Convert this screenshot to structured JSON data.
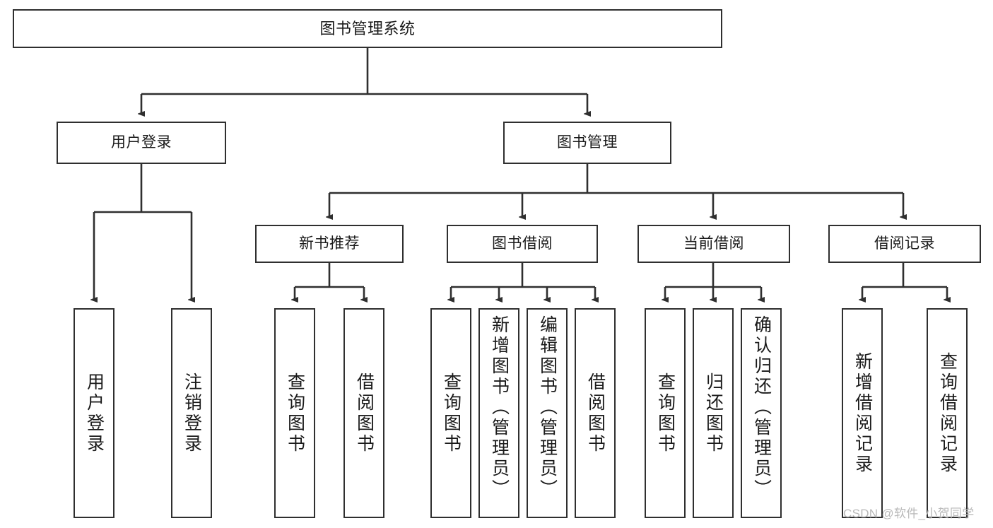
{
  "diagram": {
    "type": "tree-hierarchy-chart",
    "title": "图书管理系统",
    "stroke_color": "#2f2f2f",
    "background_color": "#ffffff",
    "text_color": "#1a1a1a",
    "root": {
      "label": "图书管理系统"
    },
    "level1": [
      {
        "id": "user-login",
        "label": "用户登录"
      },
      {
        "id": "book-management",
        "label": "图书管理"
      }
    ],
    "level2": [
      {
        "id": "new-book-recommend",
        "label": "新书推荐",
        "parent": "book-management"
      },
      {
        "id": "book-borrow",
        "label": "图书借阅",
        "parent": "book-management"
      },
      {
        "id": "current-borrow",
        "label": "当前借阅",
        "parent": "book-management"
      },
      {
        "id": "borrow-record",
        "label": "借阅记录",
        "parent": "book-management"
      }
    ],
    "leaves": [
      {
        "id": "leaf-user-login",
        "label": "用户登录",
        "parent": "user-login"
      },
      {
        "id": "leaf-user-logout",
        "label": "注销登录",
        "parent": "user-login"
      },
      {
        "id": "leaf-query-book-1",
        "label": "查询图书",
        "parent": "new-book-recommend"
      },
      {
        "id": "leaf-borrow-book-1",
        "label": "借阅图书",
        "parent": "new-book-recommend"
      },
      {
        "id": "leaf-query-book-2",
        "label": "查询图书",
        "parent": "book-borrow"
      },
      {
        "id": "leaf-add-book",
        "label": "新增图书（管理员）",
        "parent": "book-borrow"
      },
      {
        "id": "leaf-edit-book",
        "label": "编辑图书（管理员）",
        "parent": "book-borrow"
      },
      {
        "id": "leaf-borrow-book-2",
        "label": "借阅图书",
        "parent": "book-borrow"
      },
      {
        "id": "leaf-query-book-3",
        "label": "查询图书",
        "parent": "current-borrow"
      },
      {
        "id": "leaf-return-book",
        "label": "归还图书",
        "parent": "current-borrow"
      },
      {
        "id": "leaf-confirm-return",
        "label": "确认归还（管理员）",
        "parent": "current-borrow"
      },
      {
        "id": "leaf-add-record",
        "label": "新增借阅记录",
        "parent": "borrow-record"
      },
      {
        "id": "leaf-query-record",
        "label": "查询借阅记录",
        "parent": "borrow-record"
      }
    ]
  },
  "watermark": {
    "text": "CSDN @软件_小贺同学",
    "color": "#b9b9b9"
  }
}
